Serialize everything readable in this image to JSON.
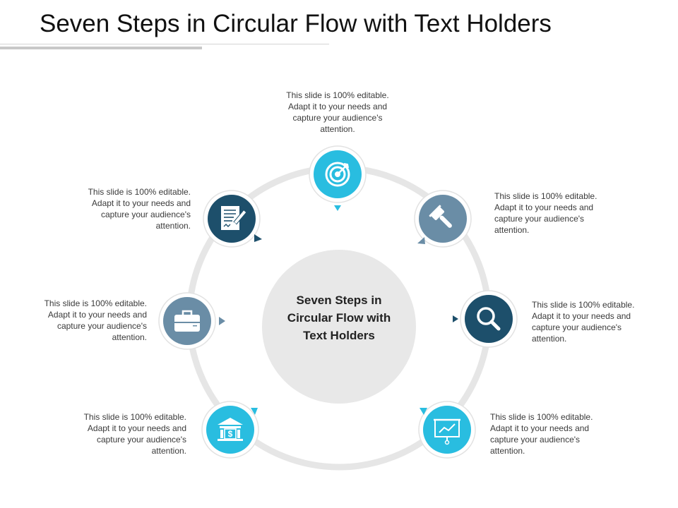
{
  "title": "Seven Steps in Circular Flow with Text Holders",
  "center_label": "Seven Steps in Circular Flow with Text Holders",
  "colors": {
    "cyan": "#29bde0",
    "slate": "#6a8da6",
    "navy": "#1d4f6b",
    "ring": "#e6e6e6",
    "center": "#e8e8e8"
  },
  "steps": [
    {
      "icon": "target-icon",
      "color": "cyan",
      "text": "This slide is 100% editable. Adapt it to your needs and capture your audience's attention."
    },
    {
      "icon": "gavel-icon",
      "color": "slate",
      "text": "This slide is 100% editable. Adapt it to your needs and capture your audience's attention."
    },
    {
      "icon": "magnifier-icon",
      "color": "navy",
      "text": "This slide is 100% editable. Adapt it to your needs and capture your audience's attention."
    },
    {
      "icon": "presentation-chart-icon",
      "color": "cyan",
      "text": "This slide is 100% editable. Adapt it to your needs and capture your audience's attention."
    },
    {
      "icon": "bank-icon",
      "color": "cyan",
      "text": "This slide is 100% editable. Adapt it to your needs and capture your audience's attention."
    },
    {
      "icon": "briefcase-icon",
      "color": "slate",
      "text": "This slide is 100% editable. Adapt it to your needs and capture your audience's attention."
    },
    {
      "icon": "contract-icon",
      "color": "navy",
      "text": "This slide is 100% editable. Adapt it to your needs and capture your audience's attention."
    }
  ]
}
